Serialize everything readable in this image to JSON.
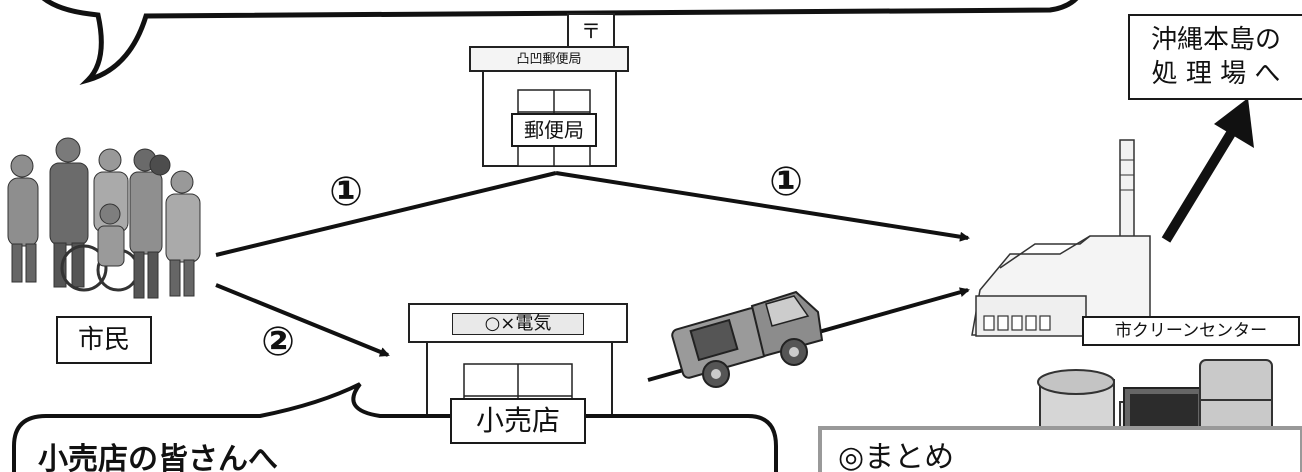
{
  "post_office": {
    "sign": "凸凹郵便局",
    "name": "郵便局",
    "postal_mark": "〒"
  },
  "citizens": {
    "label": "市民"
  },
  "route_labels": {
    "route1_left": "①",
    "route1_right": "①",
    "route2": "②"
  },
  "retailer": {
    "sign": "○×電気",
    "name": "小売店"
  },
  "clean_center": {
    "label": "市クリーンセンター"
  },
  "destination": {
    "line1": "沖縄本島の",
    "line2": "処 理 場 へ"
  },
  "retailer_callout": {
    "title": "小売店の皆さんへ"
  },
  "summary": {
    "title": "◎まとめ"
  }
}
